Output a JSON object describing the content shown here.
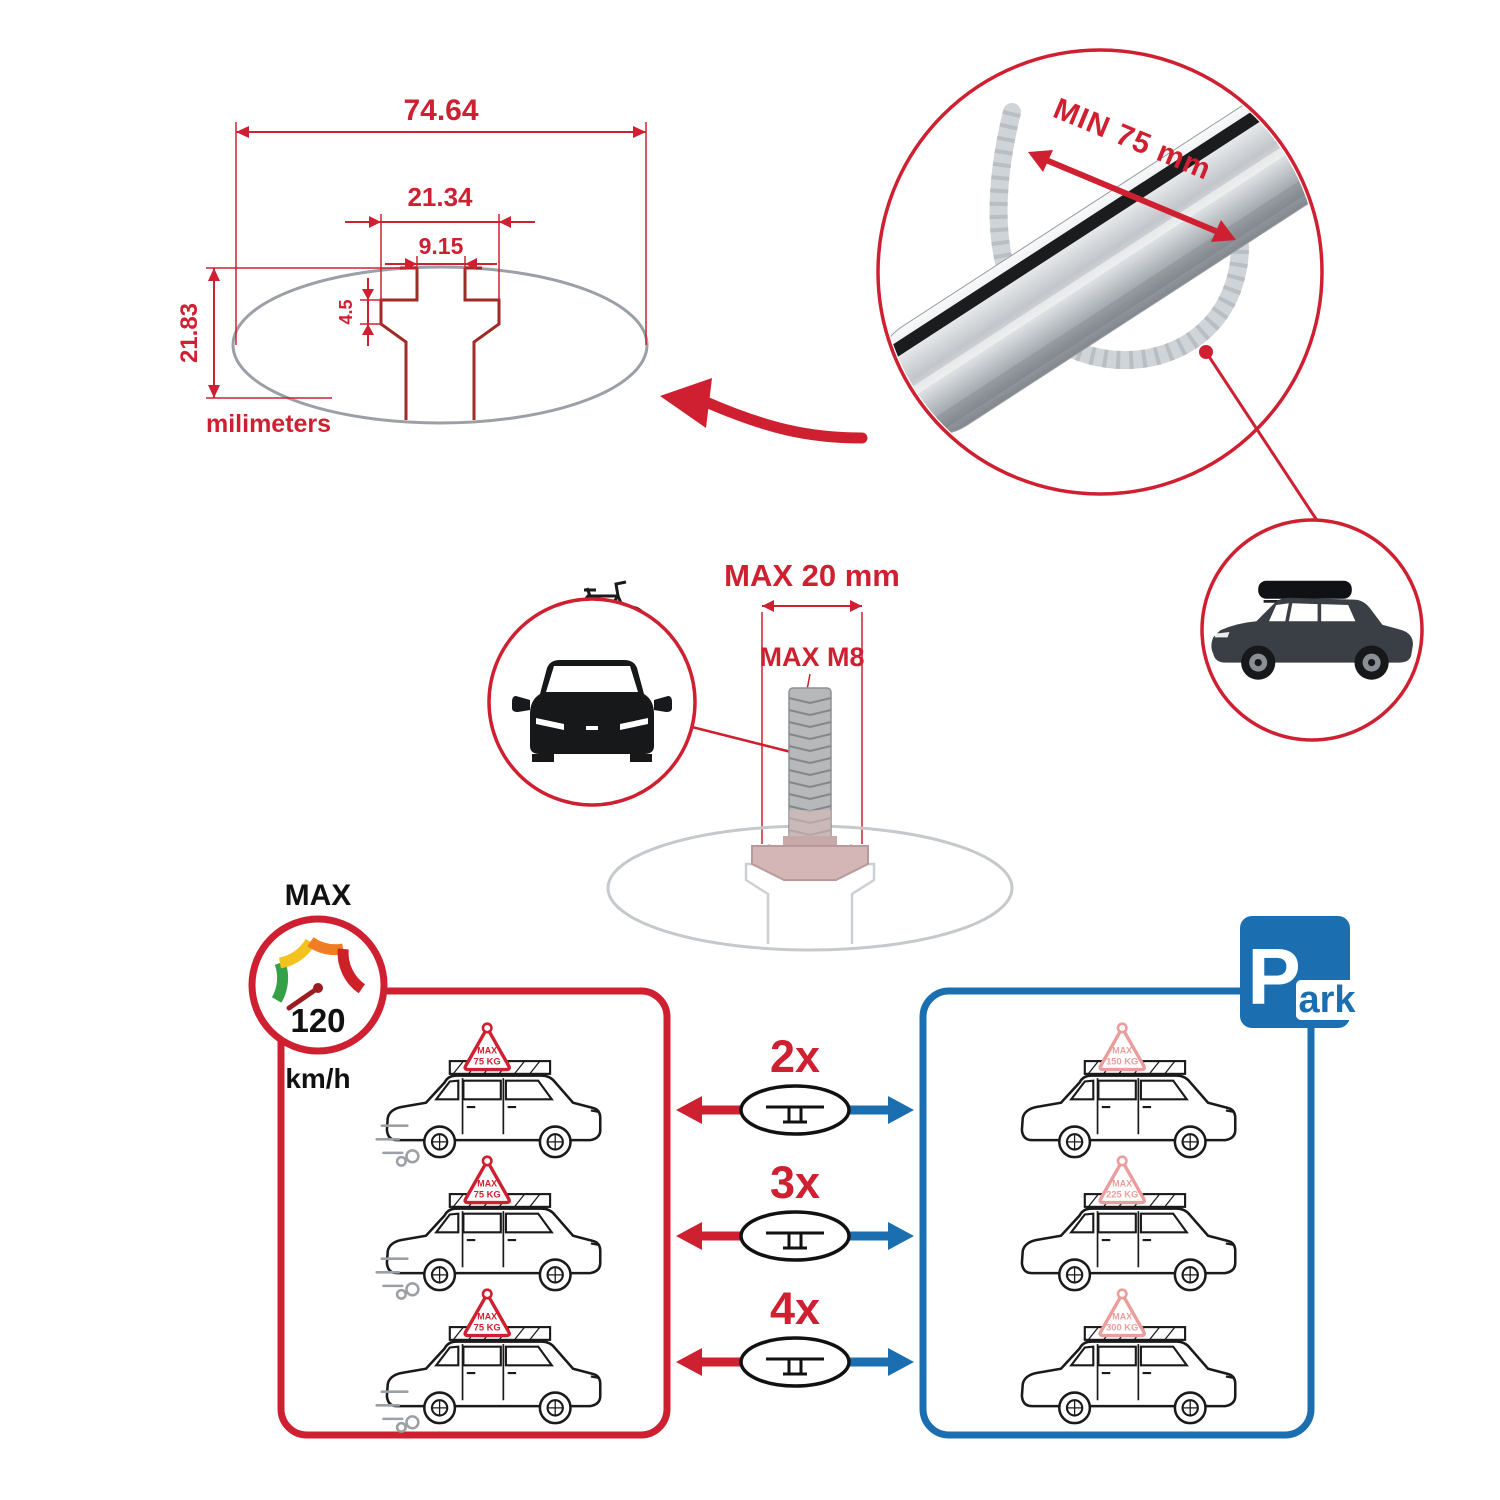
{
  "colors": {
    "accent_red": "#cf2031",
    "accent_blue": "#1b6fb0",
    "profile_dark_red": "#9e2b25",
    "ghost_gray": "#c9ced2",
    "sign_pink": "#eb9d9d"
  },
  "cross_section": {
    "total_width": "74.64",
    "channel_width": "21.34",
    "slot_width": "9.15",
    "slot_depth": "4.5",
    "height": "21.83",
    "units_label": "milimeters"
  },
  "bar_detail": {
    "min_label": "MIN 75 mm"
  },
  "bolt": {
    "max_width_label": "MAX 20 mm",
    "max_thread_label": "MAX M8"
  },
  "speed_gauge": {
    "title": "MAX",
    "value": "120",
    "units": "km/h"
  },
  "driving_panel": {
    "cars": [
      {
        "max": "MAX",
        "kg": "75 KG"
      },
      {
        "max": "MAX",
        "kg": "75 KG"
      },
      {
        "max": "MAX",
        "kg": "75 KG"
      }
    ]
  },
  "multipliers": [
    "2x",
    "3x",
    "4x"
  ],
  "park_panel": {
    "sign_p": "P",
    "sign_suffix": "ark",
    "cars": [
      {
        "max": "MAX",
        "kg": "150 KG"
      },
      {
        "max": "MAX",
        "kg": "225 KG"
      },
      {
        "max": "MAX",
        "kg": "300 KG"
      }
    ]
  }
}
